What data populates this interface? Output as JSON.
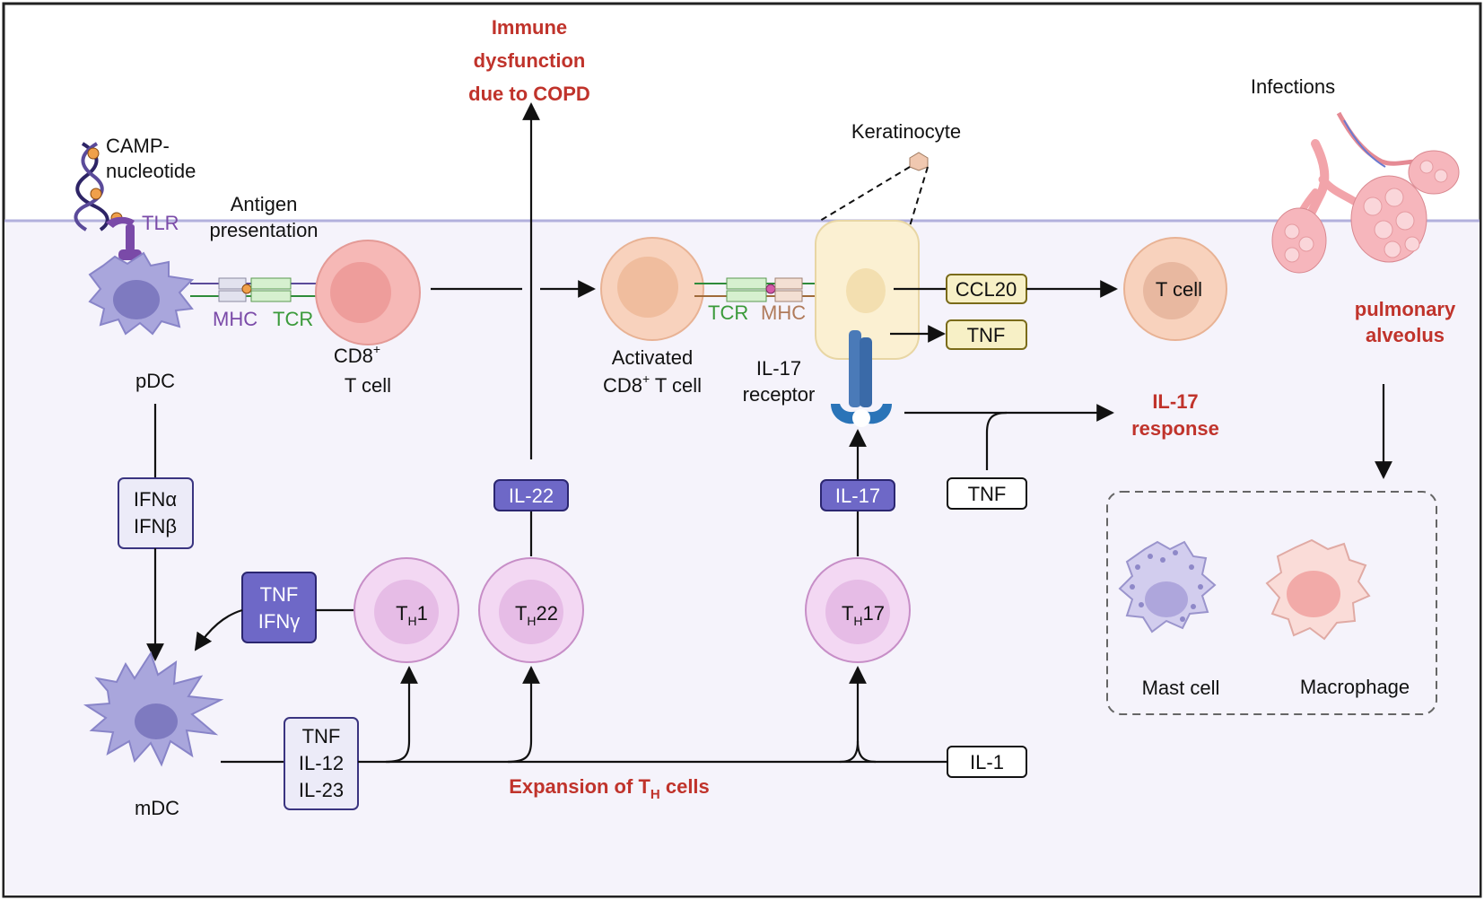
{
  "labels": {
    "immune": [
      "Immune",
      "dysfunction",
      "due to COPD"
    ],
    "infections": "Infections",
    "camp": [
      "CAMP-",
      "nucleotide"
    ],
    "tlr": "TLR",
    "antigen": [
      "Antigen",
      "presentation"
    ],
    "mhc1": "MHC",
    "tcr1": "TCR",
    "cd8_a": "CD8",
    "cd8_sup": "+",
    "cd8_b": "T cell",
    "pdc": "pDC",
    "activated_a": "Activated",
    "activated_b1": "CD8",
    "activated_sup": "+",
    "activated_b2": " T cell",
    "tcr2": "TCR",
    "mhc2": "MHC",
    "keratinocyte": "Keratinocyte",
    "ccl20": "CCL20",
    "tnf_k": "TNF",
    "tcell": "T cell",
    "il17_receptor": [
      "IL-17",
      "receptor"
    ],
    "il17_response": [
      "IL-17",
      "response"
    ],
    "tnf_resp": "TNF",
    "pulmonary": [
      "pulmonary",
      "alveolus"
    ],
    "ifn": [
      "IFNα",
      "IFNβ"
    ],
    "il22": "IL-22",
    "il17": "IL-17",
    "tnf_ifng": [
      "TNF",
      "IFNγ"
    ],
    "th1": [
      "T",
      "H",
      "1"
    ],
    "th22": [
      "T",
      "H",
      "22"
    ],
    "th17": [
      "T",
      "H",
      "17"
    ],
    "mdc": "mDC",
    "cytokines": [
      "TNF",
      "IL-12",
      "IL-23"
    ],
    "expansion_a": "Expansion of T",
    "expansion_sub": "H",
    "expansion_b": " cells",
    "il1": "IL-1",
    "mast": "Mast cell",
    "macrophage": "Macrophage"
  },
  "colors": {
    "lumen_band": "#f5f3fb",
    "membrane": "#b2b0dc",
    "red_text": "#c0332b",
    "purple_box": "#6e68c7",
    "th_cell": "#f3d8f3",
    "cd8_cell": "#f6b8b6",
    "activated_cell": "#f8d2bd",
    "keratinocyte": "#fbf0d2",
    "dc": "#a9a6dc"
  }
}
